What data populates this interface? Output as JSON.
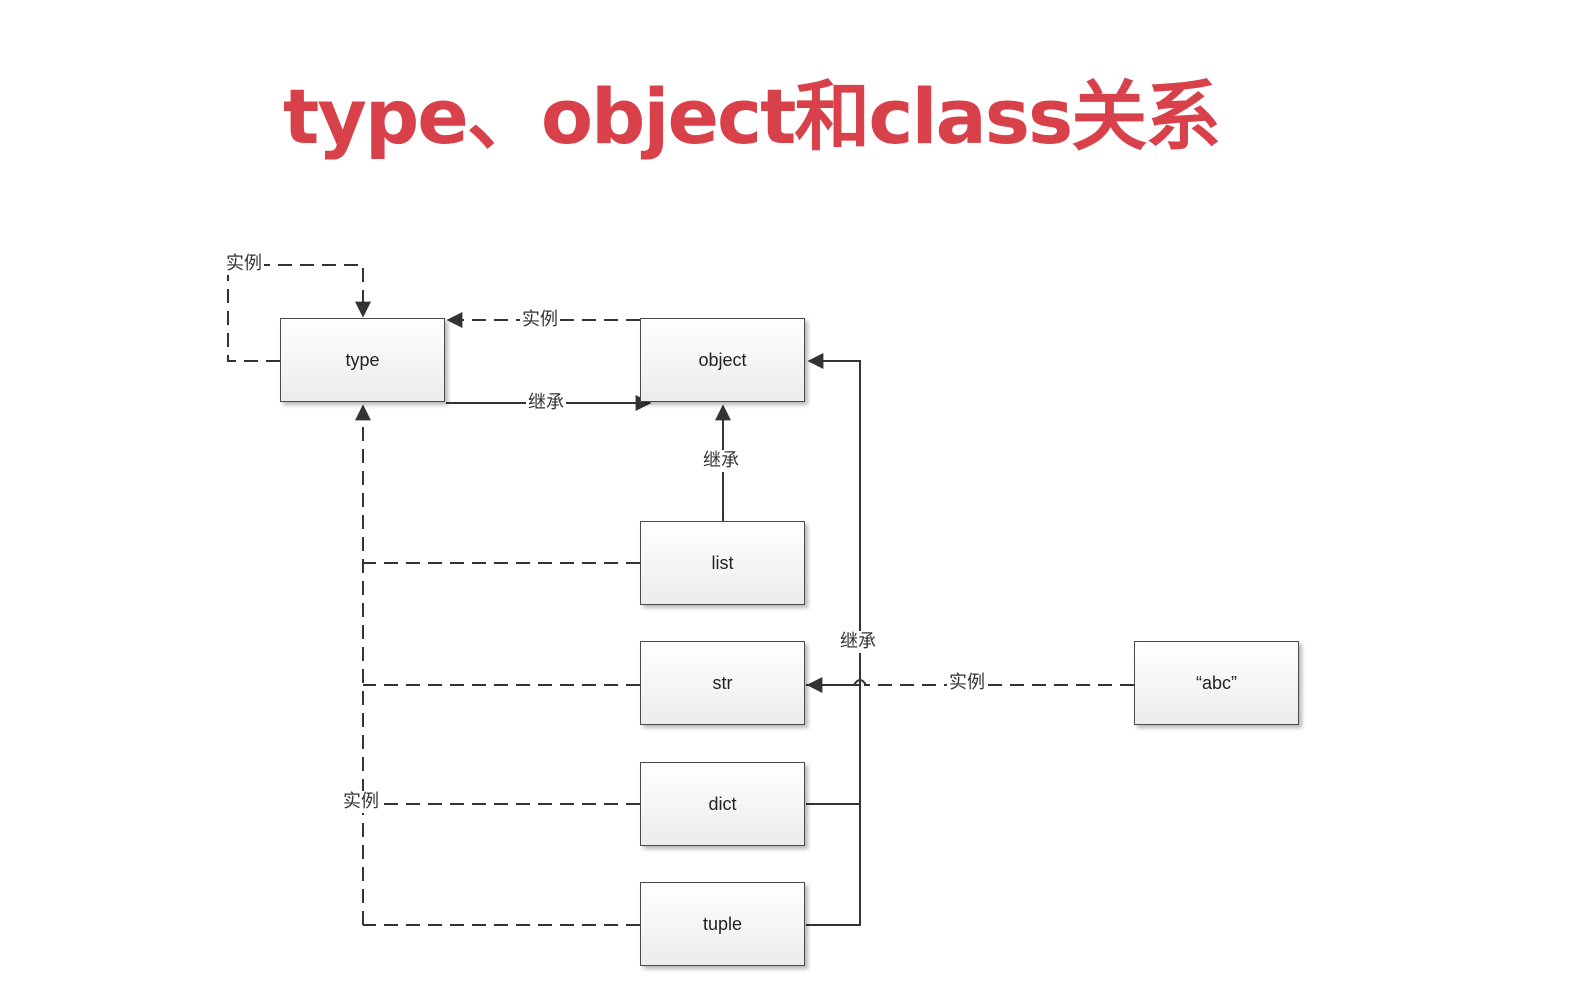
{
  "title": "type、object和class关系",
  "nodes": {
    "type": "type",
    "object": "object",
    "list": "list",
    "str": "str",
    "dict": "dict",
    "tuple": "tuple",
    "abc": "“abc”"
  },
  "edge_labels": {
    "type_self_instance": "实例",
    "object_to_type_instance": "实例",
    "type_inherits_object": "继承",
    "list_inherits_object": "继承",
    "classes_inherit_object": "继承",
    "abc_instance_str": "实例",
    "classes_instance_type": "实例"
  }
}
